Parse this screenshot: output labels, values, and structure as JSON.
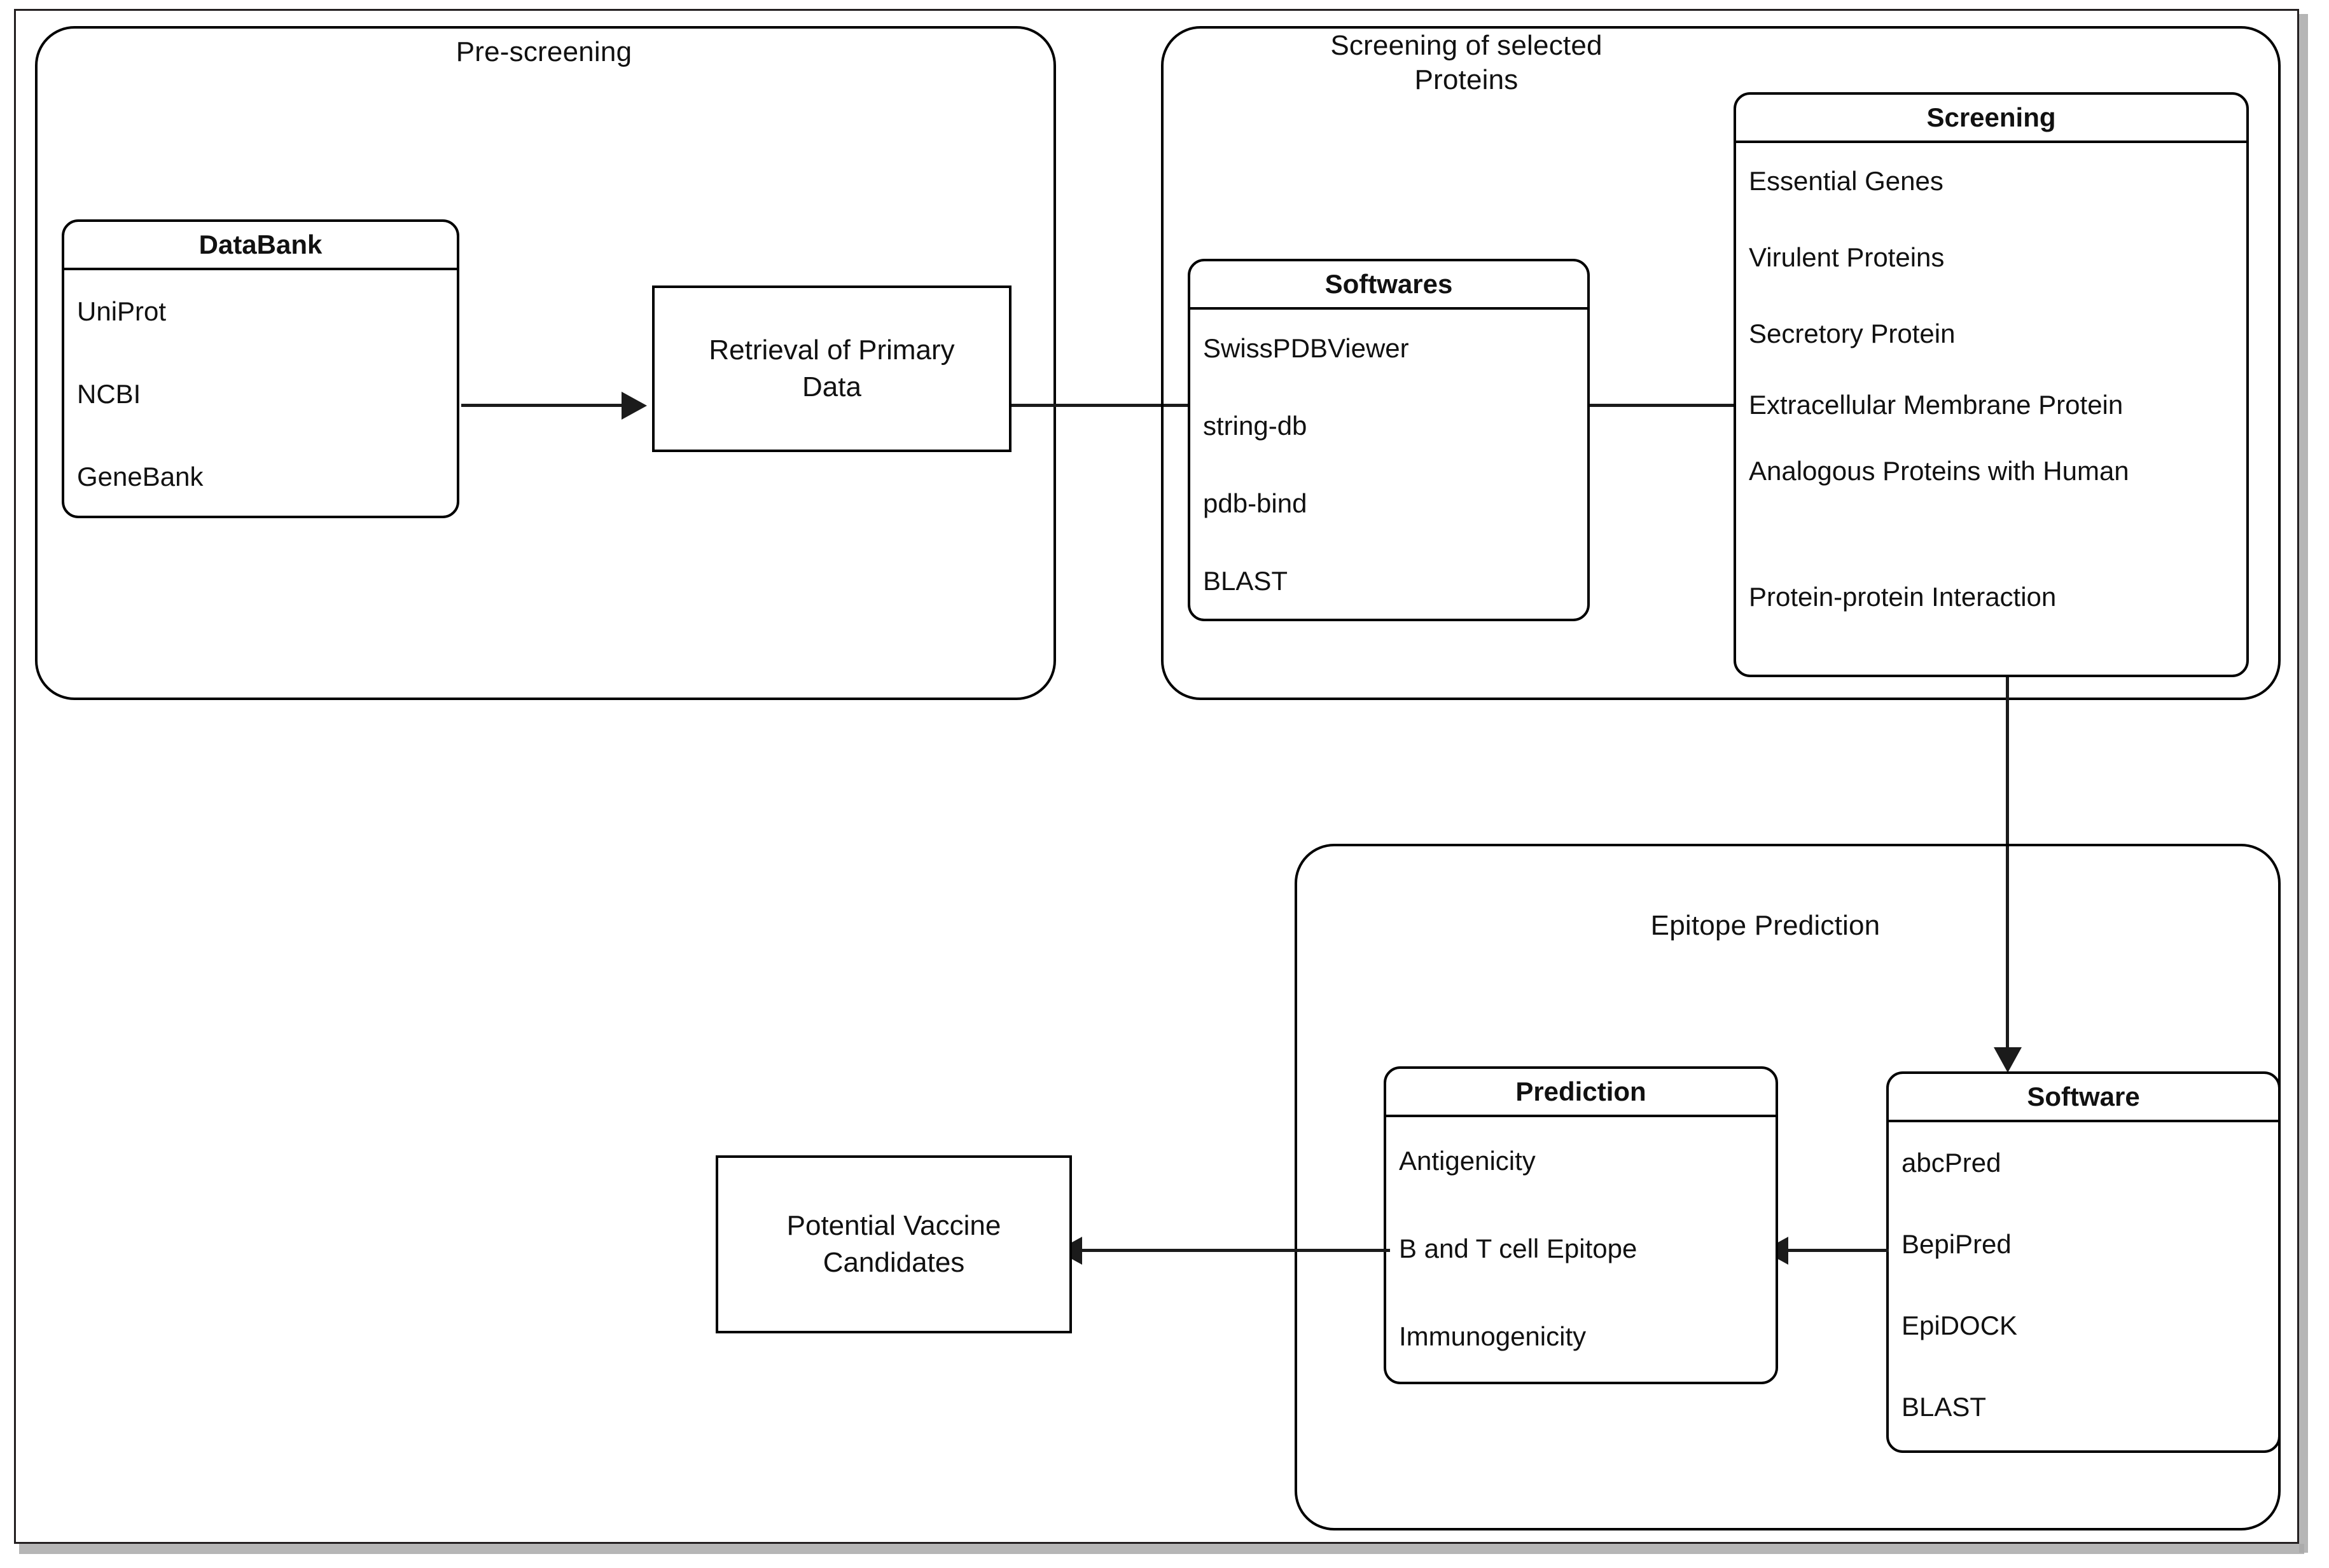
{
  "figure": {
    "type": "flowchart",
    "description": "Reverse vaccinology workflow diagram"
  },
  "panels": {
    "pre_screening": {
      "title": "Pre-screening"
    },
    "screening_selected": {
      "title": "Screening of selected\nProteins"
    },
    "epitope_prediction": {
      "title": "Epitope Prediction"
    }
  },
  "boxes": {
    "databank": {
      "title": "DataBank",
      "items": [
        "UniProt",
        "NCBI",
        "GeneBank"
      ]
    },
    "retrieval": {
      "label": "Retrieval of Primary\nData"
    },
    "softwares": {
      "title": "Softwares",
      "items": [
        "SwissPDBViewer",
        "string-db",
        "pdb-bind",
        "BLAST"
      ]
    },
    "screening": {
      "title": "Screening",
      "items": [
        "Essential Genes",
        "Virulent Proteins",
        "Secretory Protein",
        "Extracellular Membrane Protein",
        "Analogous Proteins with Human",
        "Protein-protein Interaction"
      ]
    },
    "prediction": {
      "title": "Prediction",
      "items": [
        "Antigenicity",
        "B and T cell Epitope",
        "Immunogenicity"
      ]
    },
    "software": {
      "title": "Software",
      "items": [
        "abcPred",
        "BepiPred",
        "EpiDOCK",
        "BLAST"
      ]
    },
    "candidates": {
      "label": "Potential Vaccine\nCandidates"
    }
  },
  "colors": {
    "stroke": "#000000",
    "text": "#111111",
    "connector": "#1b1b1b",
    "background": "#ffffff",
    "frame_shadow": "#a9a9a9"
  }
}
